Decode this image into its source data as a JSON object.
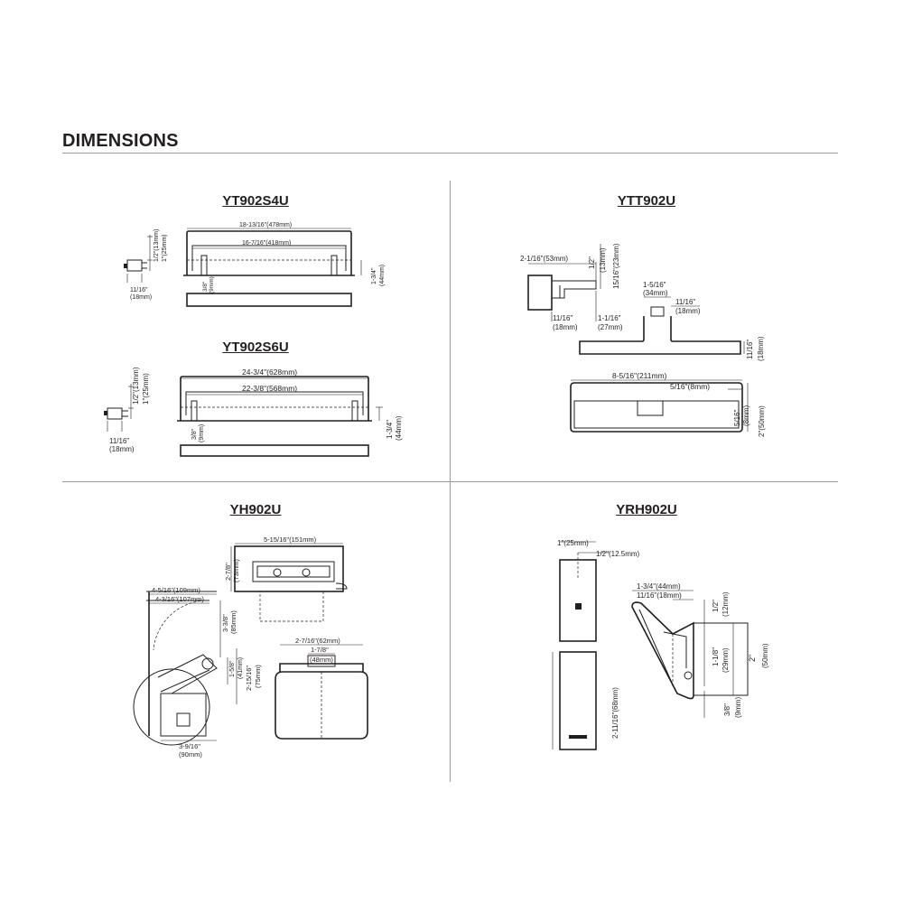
{
  "heading": "DIMENSIONS",
  "panels": {
    "yt902s4u": {
      "title": "YT902S4U",
      "overall_width": "18-13/16\"(478mm)",
      "inner_width": "16-7/16\"(418mm)",
      "height_half": "1/2\"(13mm)",
      "height_one": "1\"(25mm)",
      "bar_thickness_in": "3/8\"",
      "bar_thickness_mm": "(9mm)",
      "projection_in": "1-3/4\"",
      "projection_mm": "(44mm)",
      "depth_in": "11/16\"",
      "depth_mm": "(18mm)"
    },
    "yt902s6u": {
      "title": "YT902S6U",
      "overall_width": "24-3/4\"(628mm)",
      "inner_width": "22-3/8\"(568mm)",
      "height_half": "1/2\"(13mm)",
      "height_one": "1\"(25mm)",
      "bar_thickness_in": "3/8\"",
      "bar_thickness_mm": "(9mm)",
      "projection_in": "1-3/4\"",
      "projection_mm": "(44mm)",
      "depth_in": "11/16\"",
      "depth_mm": "(18mm)"
    },
    "ytt902u": {
      "title": "YTT902U",
      "mount_width": "2-1/16\"(53mm)",
      "top_half_in": "1/2\"",
      "top_half_mm": "(13mm)",
      "riser": "15/16\"(23mm)",
      "stem_width": "1-5/16\"",
      "stem_width_mm": "(34mm)",
      "stem_depth": "11/16\"",
      "stem_depth_mm": "(18mm)",
      "base_depth_in": "11/16\"",
      "base_depth_mm": "(18mm)",
      "offset_in": "1-1/16\"",
      "offset_mm": "(27mm)",
      "arm_height": "11/16\"",
      "arm_height_mm": "(18mm)",
      "overall_width": "8-5/16\"(211mm)",
      "rim": "5/16\"(8mm)",
      "rim_v_in": "5/16\"",
      "rim_v_mm": "(8mm)",
      "overall_height": "2\"(50mm)"
    },
    "yh902u": {
      "title": "YH902U",
      "top_width": "5-15/16\"(151mm)",
      "top_depth_in": "2-7/8\"",
      "top_depth_mm": "(73mm)",
      "outer_proj": "4-5/16\"(109mm)",
      "inner_proj": "4-3/16\"(107mm)",
      "drop_in": "3-3/8\"",
      "drop_mm": "(85mm)",
      "arm_in": "1-5/8\"",
      "arm_mm": "(41mm)",
      "height_in": "2-15/16\"",
      "height_mm": "(75mm)",
      "base_in": "3-9/16\"",
      "base_mm": "(90mm)",
      "front_width": "2-7/16\"(62mm)",
      "front_inner": "1-7/8\"",
      "front_inner_mm": "(48mm)"
    },
    "yrh902u": {
      "title": "YRH902U",
      "plate_width": "1\"(25mm)",
      "plate_half": "1/2\"(12.5mm)",
      "proj": "1-3/4\"(44mm)",
      "depth": "11/16\"(18mm)",
      "top_in": "1/2\"",
      "top_mm": "(12mm)",
      "mid_in": "1-1/8\"",
      "mid_mm": "(29mm)",
      "total_in": "2\"",
      "total_mm": "(50mm)",
      "low_in": "3/8\"",
      "low_mm": "(9mm)",
      "plate_height": "2-11/16\"(68mm)"
    }
  }
}
